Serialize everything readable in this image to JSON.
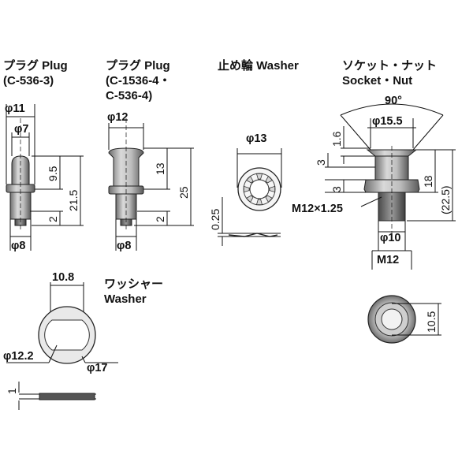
{
  "headers": {
    "plug1_line1": "プラグ  Plug",
    "plug1_line2": "(C-536-3)",
    "plug2_line1": "プラグ  Plug",
    "plug2_line2": "(C-1536-4・",
    "plug2_line3": "C-536-4)",
    "washer_top": "止め輪  Washer",
    "socket_line1": "ソケット・ナット",
    "socket_line2": "Socket・Nut",
    "washer_bottom_line1": "ワッシャー",
    "washer_bottom_line2": "Washer"
  },
  "dims": {
    "p1_d11": "φ11",
    "p1_d7": "φ7",
    "p1_9_5": "9.5",
    "p1_21_5": "21.5",
    "p1_2": "2",
    "p1_d8": "φ8",
    "p2_d12": "φ12",
    "p2_13": "13",
    "p2_25": "25",
    "p2_2": "2",
    "p2_d8": "φ8",
    "w_d13": "φ13",
    "w_0_25": "0.25",
    "s_90": "90°",
    "s_d15_5": "φ15.5",
    "s_1_6": "1.6",
    "s_3a": "3",
    "s_3b": "3",
    "s_18": "18",
    "s_22_5": "(22.5)",
    "s_m12x125": "M12×1.25",
    "s_d10": "φ10",
    "s_m12": "M12",
    "s_10_5": "10.5",
    "bw_10_8": "10.8",
    "bw_d12_2": "φ12.2",
    "bw_d17": "φ17",
    "bw_1": "1"
  }
}
